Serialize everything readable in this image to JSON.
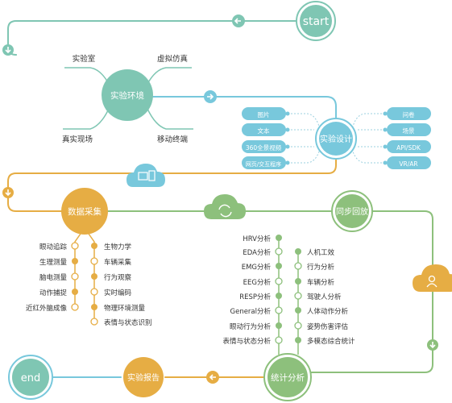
{
  "start": "start",
  "end": "end",
  "env": {
    "center": "实验环境",
    "items": [
      "实验室",
      "虚拟仿真",
      "真实现场",
      "移动终端"
    ]
  },
  "design": {
    "center": "实验设计",
    "left": [
      "图片",
      "文本",
      "360全景视频",
      "网页/交互程序"
    ],
    "right": [
      "问卷",
      "场景",
      "API/SDK",
      "VR/AR"
    ]
  },
  "collect": {
    "center": "数据采集",
    "left": [
      "眼动追踪",
      "生理测量",
      "脑电测量",
      "动作捕捉",
      "近红外脑成像"
    ],
    "right": [
      "生物力学",
      "车辆采集",
      "行为观察",
      "实时编码",
      "物理环境测量",
      "表情与状态识别"
    ]
  },
  "sync": "同步回放",
  "stats": {
    "center": "统计分析",
    "left": [
      "HRV分析",
      "EDA分析",
      "EMG分析",
      "EEG分析",
      "RESP分析",
      "General分析",
      "眼动行为分析",
      "表情与状态分析"
    ],
    "right": [
      "人机工效",
      "行为分析",
      "车辆分析",
      "驾驶人分析",
      "人体动作分析",
      "姿势伤害评估",
      "多模态综合统计"
    ]
  },
  "report": "实验报告",
  "colors": {
    "teal": "#7fc6b3",
    "blue": "#78c8dc",
    "orange": "#e6ad44",
    "green": "#8dc07c",
    "text": "#333333"
  }
}
